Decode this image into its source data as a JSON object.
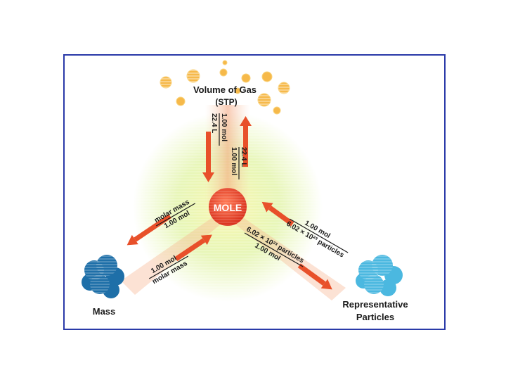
{
  "diagram": {
    "title_gas": "Volume of Gas",
    "title_gas_sub": "(STP)",
    "center": "MOLE",
    "mass": "Mass",
    "particles_line1": "Representative",
    "particles_line2": "Particles",
    "gas_down_num": "1.00 mol",
    "gas_down_den": "22.4 L",
    "gas_up_num": "22.4 L",
    "gas_up_den": "1.00 mol",
    "mass_in_num": "molar mass",
    "mass_in_den": "1.00 mol",
    "mass_out_num": "1.00 mol",
    "mass_out_den": "molar mass",
    "part_in_num": "1.00 mol",
    "part_in_den": "6.02 × 10²³ particles",
    "part_out_num": "6.02 × 10²³ particles",
    "part_out_den": "1.00 mol"
  },
  "colors": {
    "border": "#2a3aa8",
    "mole": "#e8402a",
    "arrow": "#e8502a",
    "gas_bubble": "#f6b94a",
    "mass_blob": "#1e6fa8",
    "particle_blob": "#4bb8e0",
    "glow": "#d8f08a"
  }
}
